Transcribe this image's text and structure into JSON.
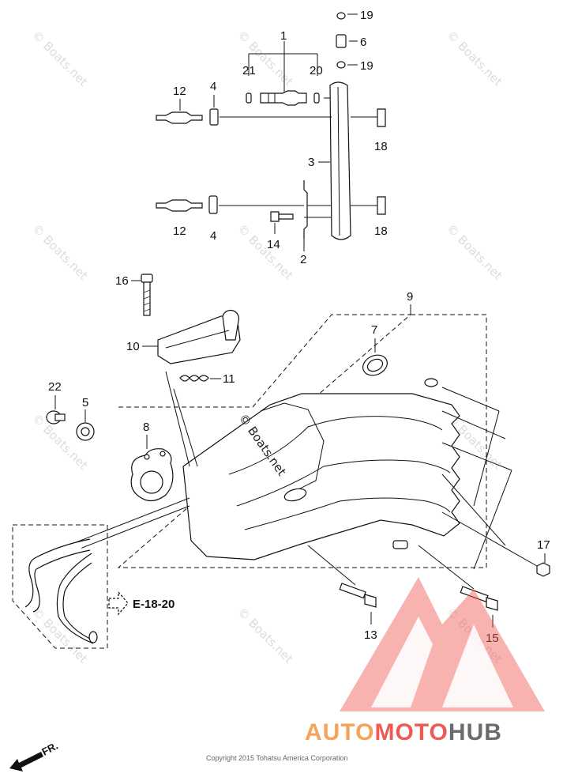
{
  "callouts": [
    "19",
    "6",
    "19",
    "1",
    "21",
    "20",
    "12",
    "4",
    "3",
    "18",
    "12",
    "4",
    "14",
    "2",
    "18",
    "16",
    "9",
    "7",
    "10",
    "11",
    "22",
    "5",
    "8",
    "17",
    "13",
    "15"
  ],
  "reference_label": "E-18-20",
  "front_label": "FR.",
  "watermark_text": "© Boats.net",
  "copyright": "Copyright 2015 Tohatsu America Corporation",
  "brand": {
    "auto": "AUTO",
    "moto": "MOTO",
    "hub": "HUB"
  },
  "colors": {
    "brand_orange": "#f5a25a",
    "brand_red": "#ee5a54",
    "brand_gray": "#6b6b6b",
    "watermark": "#dcdcdc",
    "line": "#111111"
  },
  "icons": [
    "triangle-logo-icon",
    "front-arrow-icon",
    "reference-arrow-icon"
  ]
}
